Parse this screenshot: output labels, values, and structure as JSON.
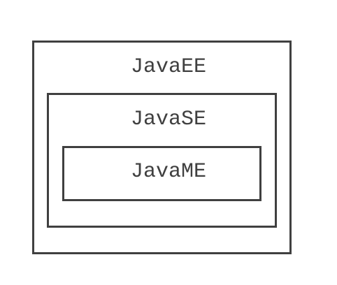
{
  "diagram": {
    "outer": {
      "label": "JavaEE"
    },
    "middle": {
      "label": "JavaSE"
    },
    "inner": {
      "label": "JavaME"
    }
  },
  "colors": {
    "stroke": "#404040",
    "text": "#404040",
    "background": "#ffffff"
  }
}
